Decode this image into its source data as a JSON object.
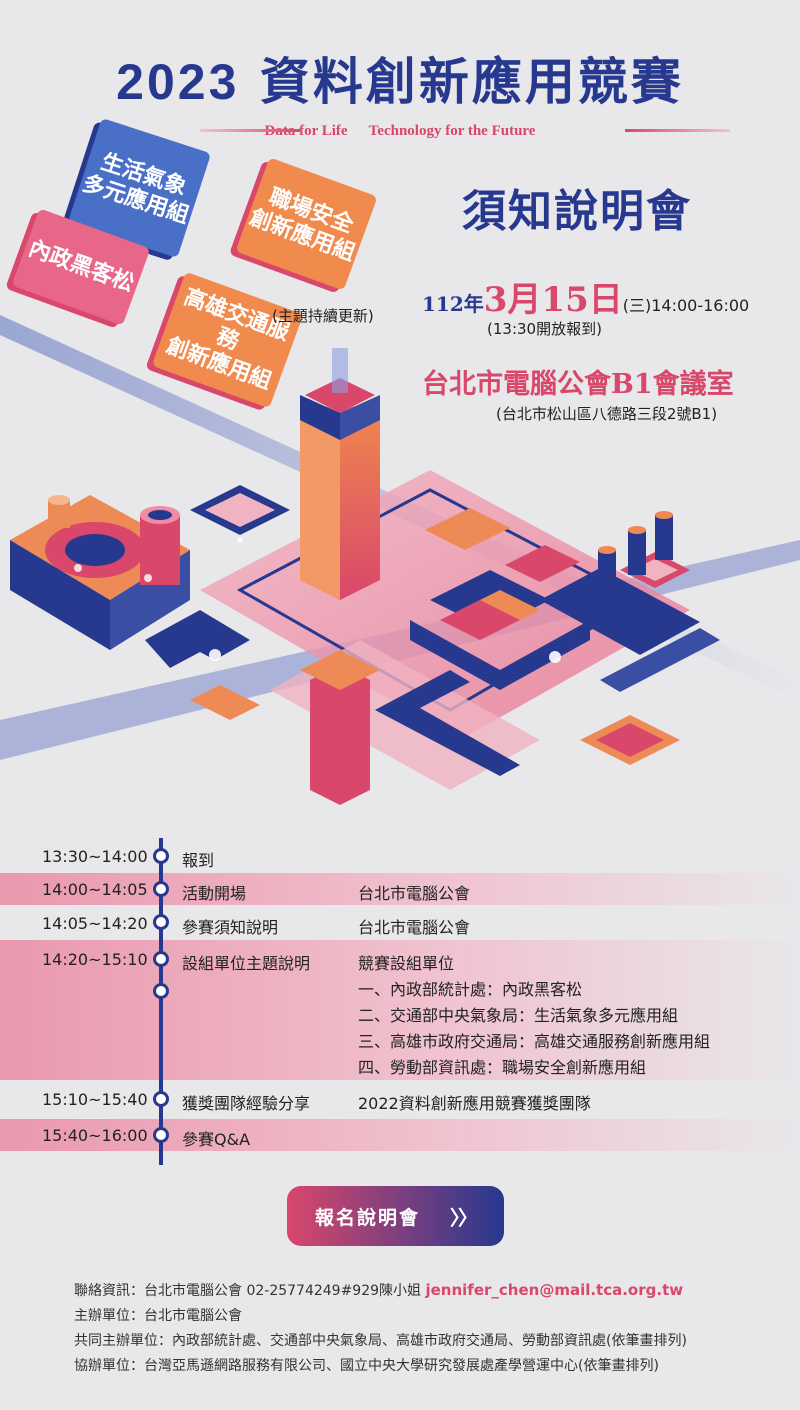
{
  "header": {
    "year": "2023",
    "title": "資料創新應用競賽",
    "slogan_left": "Data for Life",
    "slogan_right": "Technology for the Future",
    "session": "須知說明會"
  },
  "bubbles": {
    "weather": [
      "生活氣象",
      "多元應用組"
    ],
    "interior": [
      "內政黑客松"
    ],
    "safety": [
      "職場安全",
      "創新應用組"
    ],
    "traffic": [
      "高雄交通服務",
      "創新應用組"
    ],
    "note": "(主題持續更新)"
  },
  "event": {
    "year_prefix": "112年",
    "date": "3月15日",
    "weekday_time": "(三)14:00-16:00",
    "checkin": "(13:30開放報到)",
    "venue": "台北市電腦公會B1會議室",
    "address": "(台北市松山區八德路三段2號B1)"
  },
  "schedule": [
    {
      "time": "13:30~14:00",
      "item": "報到",
      "org": []
    },
    {
      "time": "14:00~14:05",
      "item": "活動開場",
      "org": [
        "台北市電腦公會"
      ]
    },
    {
      "time": "14:05~14:20",
      "item": "參賽須知說明",
      "org": [
        "台北市電腦公會"
      ]
    },
    {
      "time": "14:20~15:10",
      "item": "設組單位主題說明",
      "org": [
        "競賽設組單位",
        "一、內政部統計處：內政黑客松",
        "二、交通部中央氣象局：生活氣象多元應用組",
        "三、高雄市政府交通局：高雄交通服務創新應用組",
        "四、勞動部資訊處：職場安全創新應用組"
      ]
    },
    {
      "time": "15:10~15:40",
      "item": "獲獎團隊經驗分享",
      "org": [
        "2022資料創新應用競賽獲獎團隊"
      ]
    },
    {
      "time": "15:40~16:00",
      "item": "參賽Q&A",
      "org": []
    }
  ],
  "cta": {
    "label": "報名說明會",
    "arrow": "〉〉"
  },
  "footer": {
    "contact_label": "聯絡資訊：台北市電腦公會  02-25774249#929陳小姐",
    "contact_email": "jennifer_chen@mail.tca.org.tw",
    "organizer": "主辦單位：台北市電腦公會",
    "co_organizer": "共同主辦單位：內政部統計處、交通部中央氣象局、高雄市政府交通局、勞動部資訊處(依筆畫排列)",
    "assist": "協辦單位：台灣亞馬遜網路服務有限公司、國立中央大學研究發展處產學營運中心(依筆畫排列)"
  },
  "colors": {
    "navy": "#27388f",
    "pink": "#d9476b",
    "orange": "#ee8a55",
    "blue": "#4a6fc7"
  }
}
